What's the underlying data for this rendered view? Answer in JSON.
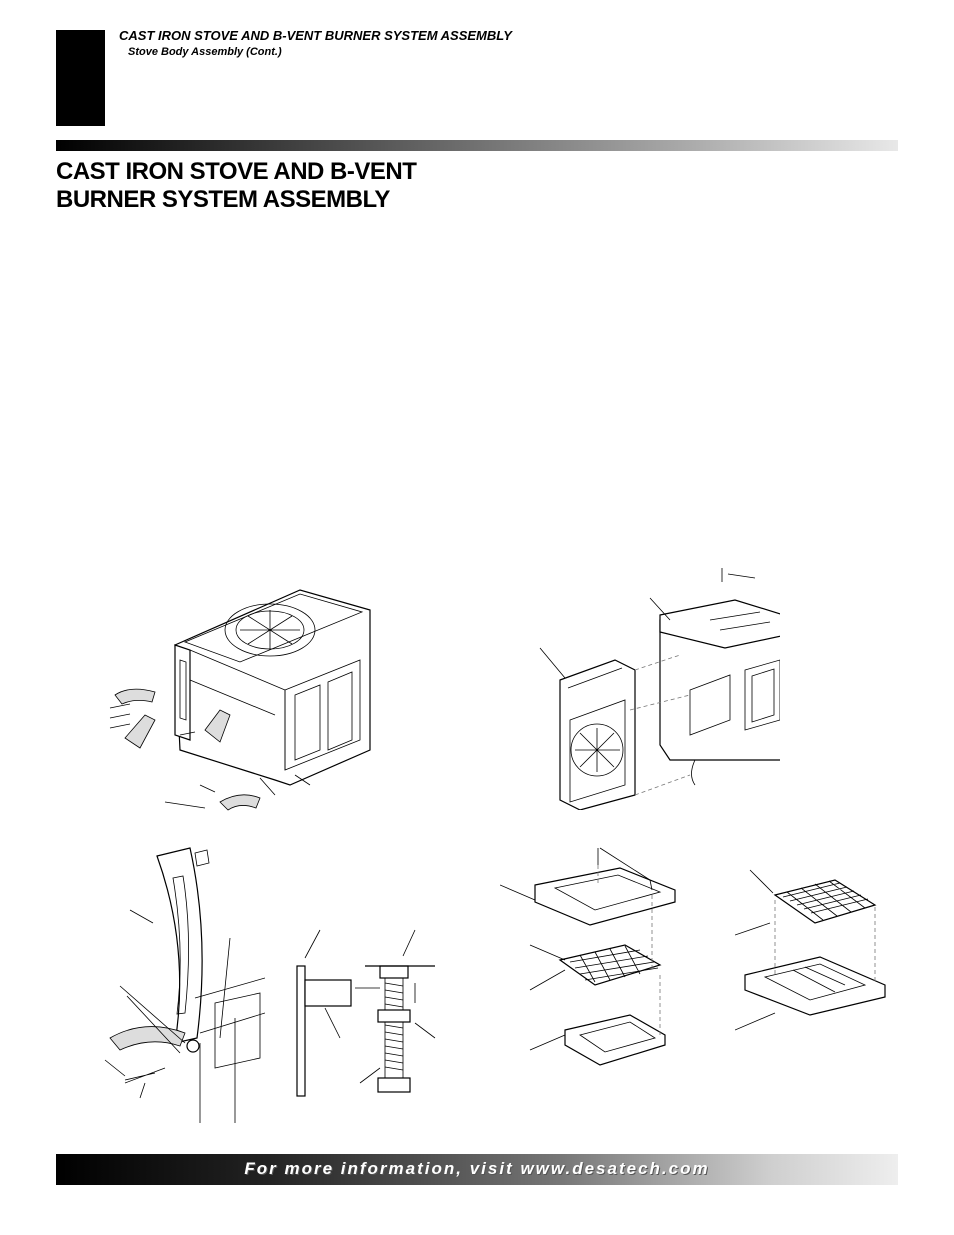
{
  "header": {
    "title": "CAST IRON STOVE AND B-VENT BURNER SYSTEM ASSEMBLY",
    "subtitle": "Stove Body Assembly (Cont.)"
  },
  "main_title": {
    "line1": "CAST IRON STOVE AND B-VENT",
    "line2": "BURNER SYSTEM ASSEMBLY"
  },
  "footer": {
    "text": "For more information, visit www.desatech.com"
  }
}
